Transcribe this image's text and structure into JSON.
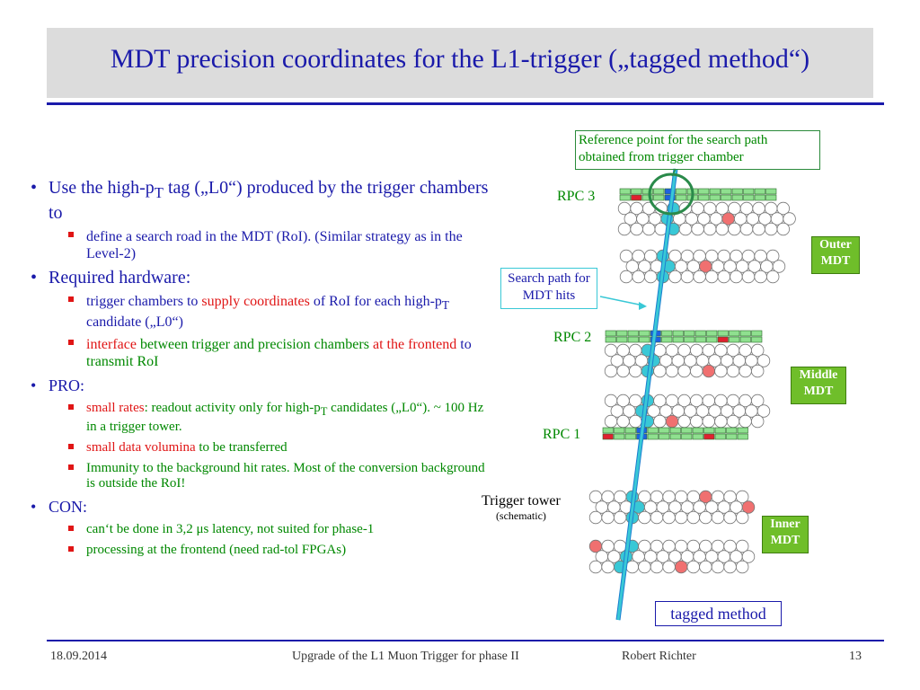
{
  "title": "MDT precision coordinates for the L1-trigger („tagged method“)",
  "bullets": {
    "b1_text": "Use the high-p",
    "b1_sub": "T",
    "b1_tail": " tag („L0“) produced by the trigger chambers to",
    "b1_s1": "define a search road in the MDT (RoI). (Similar strategy as in the Level-2)",
    "b2_text": "Required hardware:",
    "b2_s1_a": "trigger chambers to ",
    "b2_s1_b": "supply coordinates",
    "b2_s1_c": " of RoI for each high-p",
    "b2_s1_sub": "T",
    "b2_s1_d": " candidate („L0“)",
    "b2_s2_a": "interface",
    "b2_s2_b": " between trigger and precision chambers ",
    "b2_s2_c": "at the frontend",
    "b2_s2_d": " to ",
    "b2_s2_e": "transmit RoI",
    "b3_text": "PRO:",
    "b3_s1_a": "small rates",
    "b3_s1_b": ": readout activity only for high-p",
    "b3_s1_sub": "T",
    "b3_s1_c": " candidates („L0“). ~ 100 Hz in a trigger tower.",
    "b3_s2_a": "small data volumina",
    "b3_s2_b": " to be transferred",
    "b3_s3": "Immunity to the background hit rates. Most of the conversion background is outside the RoI!",
    "b4_text": "CON:",
    "b4_s1": "can‘t be done in 3,2 μs latency, not suited for phase-1",
    "b4_s2": "processing at the frontend (need rad-tol FPGAs)"
  },
  "diagram": {
    "ref_note": "Reference point for the search path obtained from trigger chamber",
    "search_note": "Search path for MDT hits",
    "rpc3": "RPC 3",
    "rpc2": "RPC 2",
    "rpc1": "RPC 1",
    "outer_mdt": "Outer MDT",
    "middle_mdt": "Middle MDT",
    "inner_mdt": "Inner MDT",
    "trigger_tower": "Trigger tower",
    "trigger_tower_sub": "(schematic)",
    "tagged_method": "tagged method",
    "colors": {
      "path": "#39c8d6",
      "hit": "#f07070",
      "rpc_green": "#8fe08f",
      "rpc_blue": "#2060e0",
      "rpc_red": "#e02030",
      "mdt_label": "#6fbe2a"
    }
  },
  "footer": {
    "date": "18.09.2014",
    "talk": "Upgrade of the L1 Muon Trigger for phase II",
    "author": "Robert Richter",
    "page": "13"
  }
}
